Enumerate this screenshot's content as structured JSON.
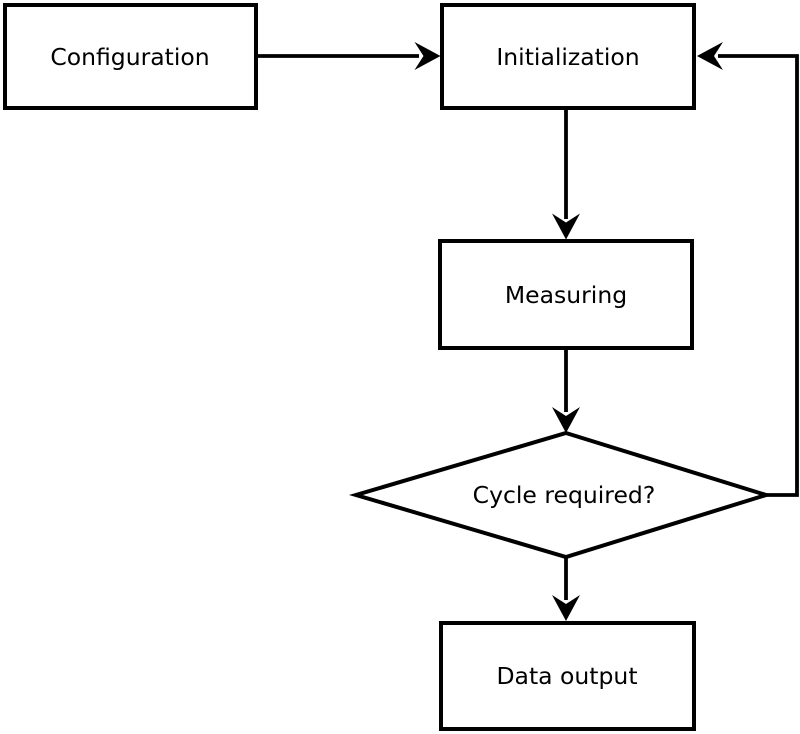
{
  "diagram": {
    "type": "flowchart",
    "background_color": "#ffffff",
    "line_color": "#000000",
    "node_fill_color": "#ffffff",
    "nodes": {
      "configuration": {
        "label": "Configuration",
        "shape": "rectangle"
      },
      "initialization": {
        "label": "Initialization",
        "shape": "rectangle"
      },
      "measuring": {
        "label": "Measuring",
        "shape": "rectangle"
      },
      "cycle_required": {
        "label": "Cycle required?",
        "shape": "diamond"
      },
      "data_output": {
        "label": "Data output",
        "shape": "rectangle"
      }
    },
    "edges": [
      {
        "from": "configuration",
        "to": "initialization",
        "route": "right"
      },
      {
        "from": "initialization",
        "to": "measuring",
        "route": "down"
      },
      {
        "from": "measuring",
        "to": "cycle_required",
        "route": "down"
      },
      {
        "from": "cycle_required",
        "to": "data_output",
        "route": "down"
      },
      {
        "from": "cycle_required",
        "to": "initialization",
        "route": "right-up-loop-back"
      }
    ]
  }
}
